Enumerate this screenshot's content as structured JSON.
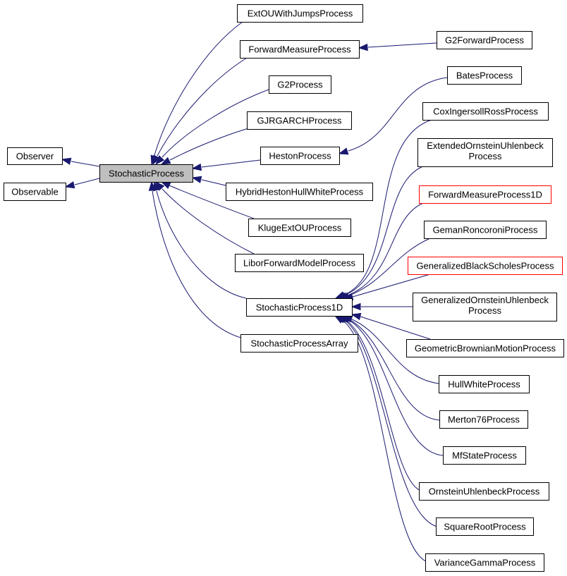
{
  "diagram": {
    "edge_color": "#191970",
    "focus_fill": "#bfbfbf",
    "warning_border": "#ff0000",
    "nodes": {
      "observer": "Observer",
      "observable": "Observable",
      "stochasticprocess": "StochasticProcess",
      "extouwithjumpsprocess": "ExtOUWithJumpsProcess",
      "forwardmeasureprocess": "ForwardMeasureProcess",
      "g2forwardprocess": "G2ForwardProcess",
      "g2process": "G2Process",
      "gjrgarchprocess": "GJRGARCHProcess",
      "hestonprocess": "HestonProcess",
      "batesprocess": "BatesProcess",
      "hybridhestonhullwhiteprocess": "HybridHestonHullWhiteProcess",
      "klugeextouprocess": "KlugeExtOUProcess",
      "liborforwardmodelprocess": "LiborForwardModelProcess",
      "stochasticprocess1d": "StochasticProcess1D",
      "stochasticprocessarray": "StochasticProcessArray",
      "coxingersollrossprocess": "CoxIngersollRossProcess",
      "extendedornsteinuhlenbeckprocess": [
        "ExtendedOrnsteinUhlenbeck",
        "Process"
      ],
      "forwardmeasureprocess1d": "ForwardMeasureProcess1D",
      "gemanroncoroniprocess": "GemanRoncoroniProcess",
      "generalizedblackscholesprocess": "GeneralizedBlackScholesProcess",
      "generalizedornsteinuhlenbeckprocess": [
        "GeneralizedOrnsteinUhlenbeck",
        "Process"
      ],
      "geometricbrownianmotionprocess": "GeometricBrownianMotionProcess",
      "hullwhiteprocess": "HullWhiteProcess",
      "merton76process": "Merton76Process",
      "mfstateprocess": "MfStateProcess",
      "ornsteinuhlenbeckprocess": "OrnsteinUhlenbeckProcess",
      "squarerootprocess": "SquareRootProcess",
      "variancegammaprocess": "VarianceGammaProcess"
    },
    "inheritance": [
      [
        "stochasticprocess",
        "observer"
      ],
      [
        "stochasticprocess",
        "observable"
      ],
      [
        "extouwithjumpsprocess",
        "stochasticprocess"
      ],
      [
        "forwardmeasureprocess",
        "stochasticprocess"
      ],
      [
        "g2process",
        "stochasticprocess"
      ],
      [
        "gjrgarchprocess",
        "stochasticprocess"
      ],
      [
        "hestonprocess",
        "stochasticprocess"
      ],
      [
        "hybridhestonhullwhiteprocess",
        "stochasticprocess"
      ],
      [
        "klugeextouprocess",
        "stochasticprocess"
      ],
      [
        "liborforwardmodelprocess",
        "stochasticprocess"
      ],
      [
        "stochasticprocess1d",
        "stochasticprocess"
      ],
      [
        "stochasticprocessarray",
        "stochasticprocess"
      ],
      [
        "g2forwardprocess",
        "forwardmeasureprocess"
      ],
      [
        "batesprocess",
        "hestonprocess"
      ],
      [
        "coxingersollrossprocess",
        "stochasticprocess1d"
      ],
      [
        "extendedornsteinuhlenbeckprocess",
        "stochasticprocess1d"
      ],
      [
        "forwardmeasureprocess1d",
        "stochasticprocess1d"
      ],
      [
        "gemanroncoroniprocess",
        "stochasticprocess1d"
      ],
      [
        "generalizedblackscholesprocess",
        "stochasticprocess1d"
      ],
      [
        "generalizedornsteinuhlenbeckprocess",
        "stochasticprocess1d"
      ],
      [
        "geometricbrownianmotionprocess",
        "stochasticprocess1d"
      ],
      [
        "hullwhiteprocess",
        "stochasticprocess1d"
      ],
      [
        "merton76process",
        "stochasticprocess1d"
      ],
      [
        "mfstateprocess",
        "stochasticprocess1d"
      ],
      [
        "ornsteinuhlenbeckprocess",
        "stochasticprocess1d"
      ],
      [
        "squarerootprocess",
        "stochasticprocess1d"
      ],
      [
        "variancegammaprocess",
        "stochasticprocess1d"
      ]
    ]
  }
}
